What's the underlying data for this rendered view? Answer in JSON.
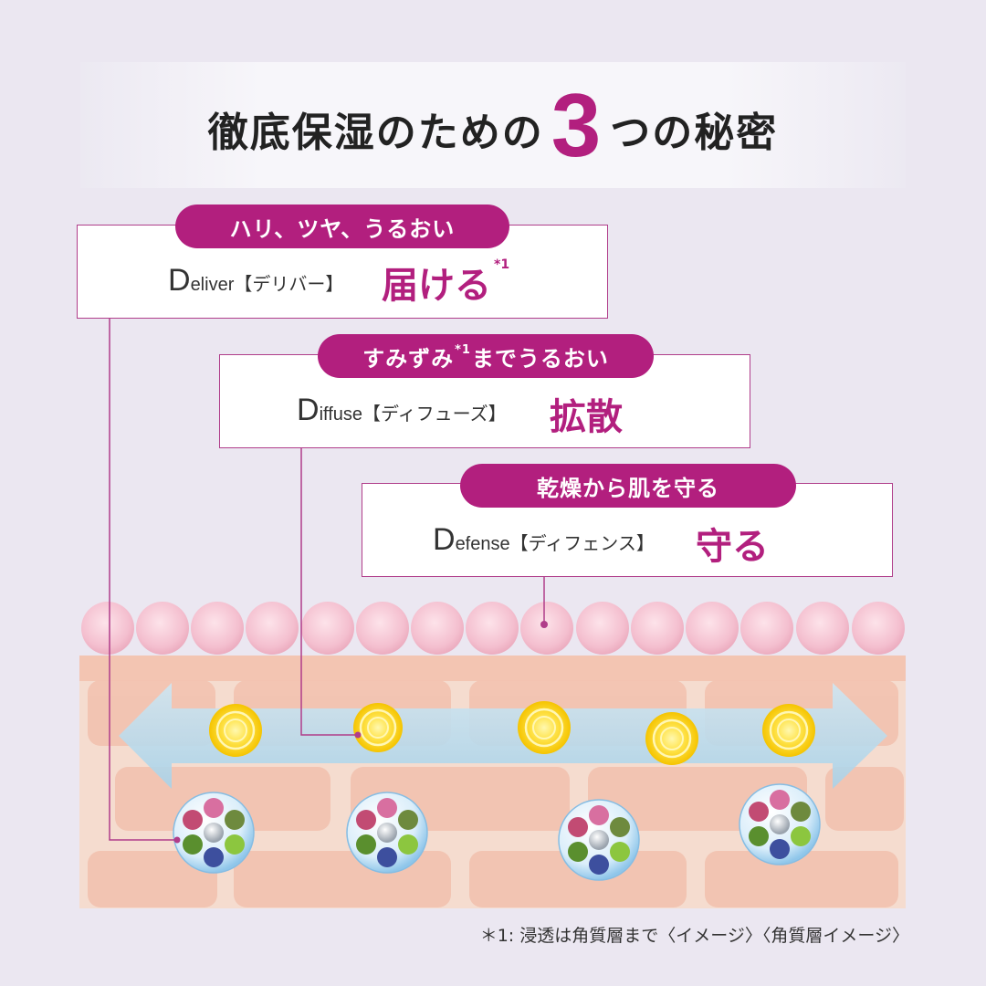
{
  "title": {
    "prefix": "徹底保湿のための",
    "number": "3",
    "suffix": "つの秘密"
  },
  "colors": {
    "accent": "#b21f7e",
    "background": "#ebe7f1",
    "skin": "#f3c2b0"
  },
  "secrets": [
    {
      "tag": "ハリ、ツヤ、うるおい",
      "tag_note": "",
      "initial": "D",
      "word": "eliver",
      "kana": "【デリバー】",
      "japanese": "届ける",
      "note": "*1"
    },
    {
      "tag": "すみずみ",
      "tag_note": "*1",
      "tag_suffix": "までうるおい",
      "initial": "D",
      "word": "iffuse",
      "kana": "【ディフューズ】",
      "japanese": "拡散",
      "note": ""
    },
    {
      "tag": "乾燥から肌を守る",
      "tag_note": "",
      "initial": "D",
      "word": "efense",
      "kana": "【ディフェンス】",
      "japanese": "守る",
      "note": ""
    }
  ],
  "footnote": "＊1: 浸透は角質層まで〈イメージ〉〈角質層イメージ〉",
  "icons": [
    "skin-cell-icon",
    "moisture-orb-icon",
    "ingredient-capsule-icon",
    "diffusion-arrow-icon"
  ]
}
